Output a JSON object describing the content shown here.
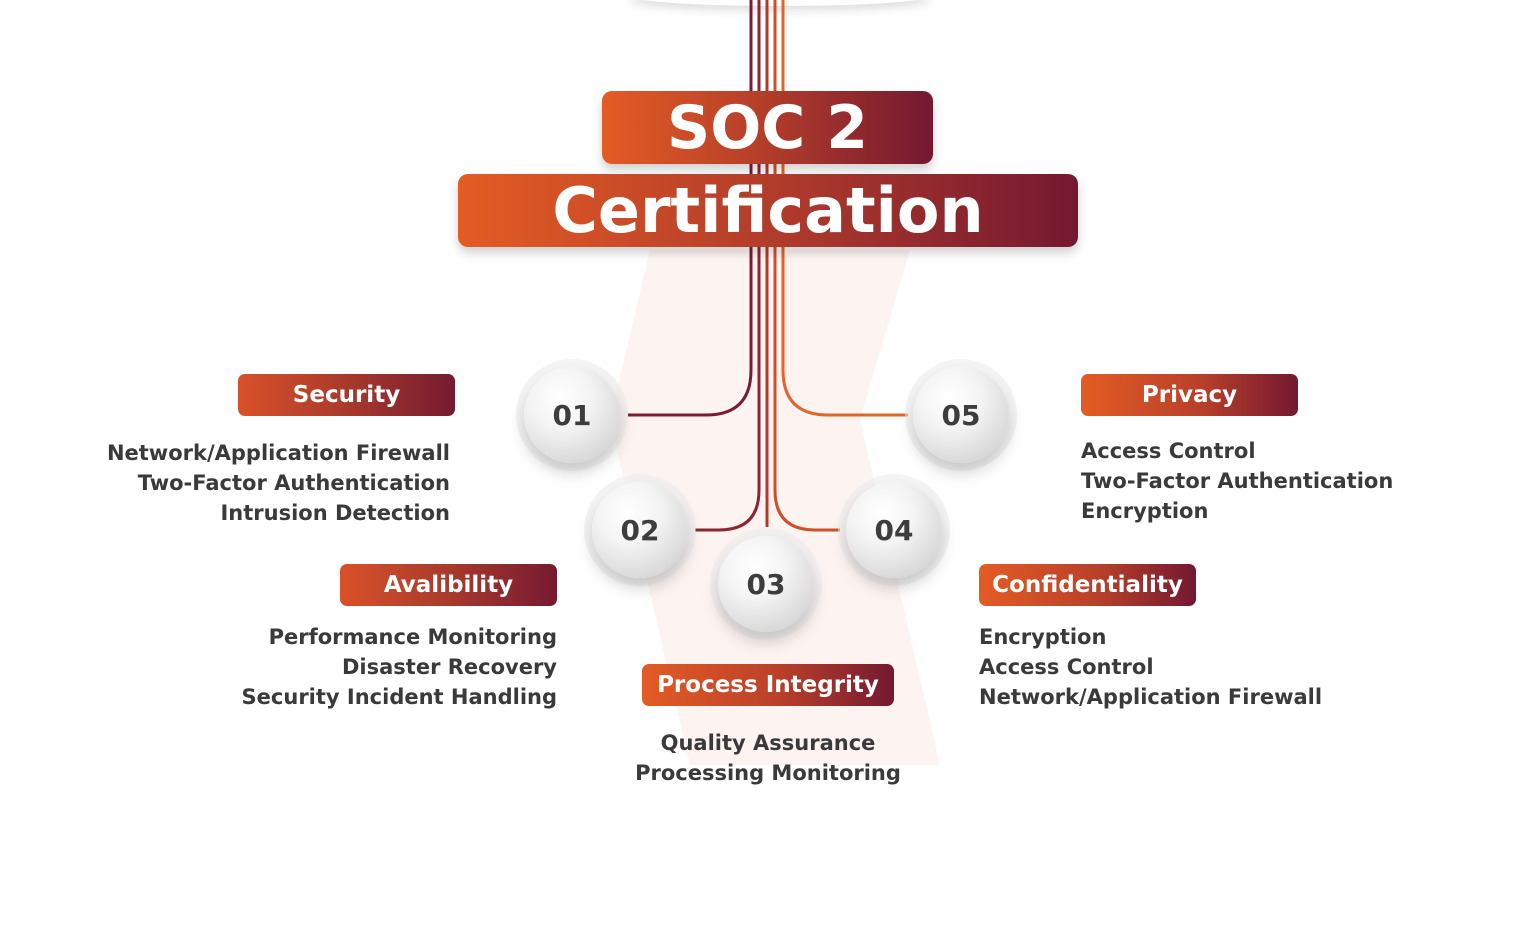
{
  "title": {
    "line1": "SOC 2",
    "line2": "Certification"
  },
  "colors": {
    "orange": "#e45c24",
    "maroon": "#741831",
    "text": "#3a3a3a"
  },
  "nodes": [
    {
      "number": "01",
      "label": "Security",
      "items": [
        "Network/Application Firewall",
        "Two-Factor Authentication",
        "Intrusion Detection"
      ]
    },
    {
      "number": "02",
      "label": "Avalibility",
      "items": [
        "Performance Monitoring",
        "Disaster Recovery",
        "Security Incident Handling"
      ]
    },
    {
      "number": "03",
      "label": "Process Integrity",
      "items": [
        "Quality Assurance",
        "Processing Monitoring"
      ]
    },
    {
      "number": "04",
      "label": "Confidentiality",
      "items": [
        "Encryption",
        "Access Control",
        "Network/Application Firewall"
      ]
    },
    {
      "number": "05",
      "label": "Privacy",
      "items": [
        "Access Control",
        "Two-Factor Authentication",
        "Encryption"
      ]
    }
  ]
}
